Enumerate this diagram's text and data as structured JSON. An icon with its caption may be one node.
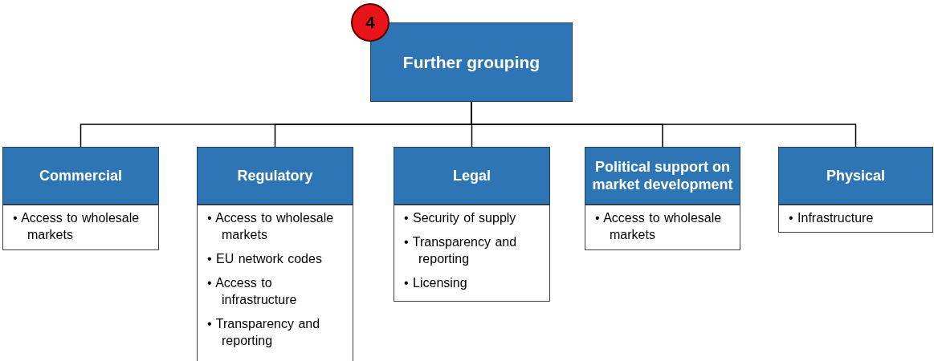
{
  "diagram": {
    "nodes": [
      {
        "text": [
          "Further grouping"
        ]
      },
      {
        "text": [
          "4"
        ]
      },
      {
        "text": [
          "Commercial"
        ]
      },
      {
        "text": [
          "• Access to wholesale markets"
        ]
      },
      {
        "text": [
          "Regulatory"
        ]
      },
      {
        "text": [
          "• Access to wholesale markets",
          "• EU network codes",
          "• Access to infrastructure",
          "• Transparency and reporting"
        ]
      },
      {
        "text": [
          "Legal"
        ]
      },
      {
        "text": [
          "• Security of supply",
          "• Transparency and reporting",
          "• Licensing"
        ]
      },
      {
        "text": [
          "Political support on market development"
        ]
      },
      {
        "text": [
          "• Access to wholesale markets"
        ]
      },
      {
        "text": [
          "Physical"
        ]
      },
      {
        "text": [
          "• Infrastructure"
        ]
      }
    ],
    "edges": [
      {
        "from": 0,
        "to": 2,
        "arrow": "none"
      },
      {
        "from": 0,
        "to": 4,
        "arrow": "none"
      },
      {
        "from": 0,
        "to": 6,
        "arrow": "none"
      },
      {
        "from": 0,
        "to": 8,
        "arrow": "none"
      },
      {
        "from": 0,
        "to": 10,
        "arrow": "none"
      }
    ]
  }
}
